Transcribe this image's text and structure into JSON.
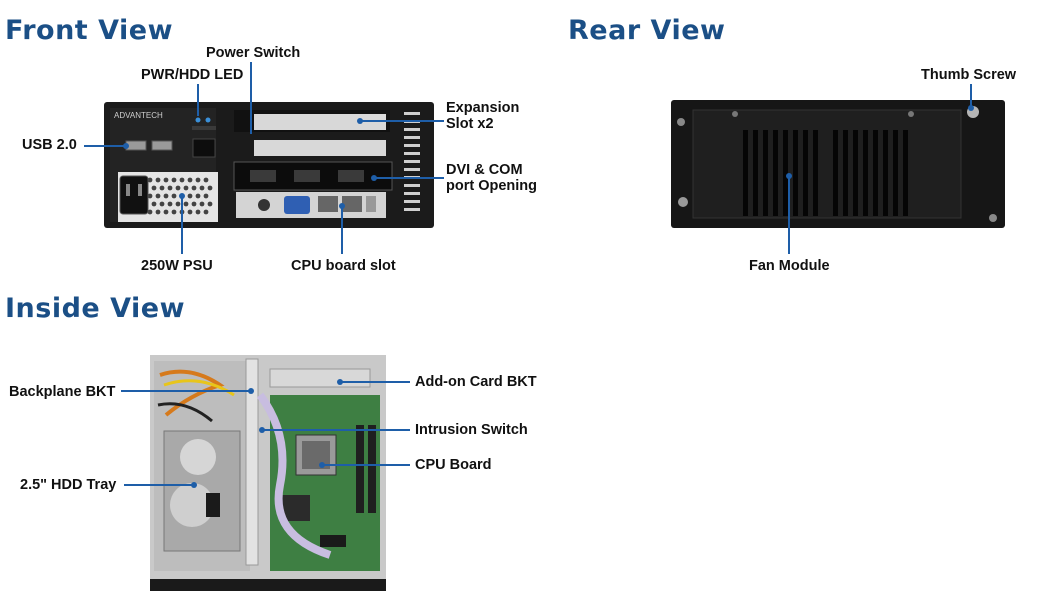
{
  "sections": {
    "front_title": "Front View",
    "rear_title": "Rear View",
    "inside_title": "Inside View"
  },
  "front": {
    "brand": "ADVANTECH",
    "labels": {
      "power_switch": "Power Switch",
      "pwr_hdd_led": "PWR/HDD LED",
      "usb": "USB 2.0",
      "expansion": "Expansion\nSlot x2",
      "dvi_com": "DVI & COM\nport Opening",
      "psu": "250W PSU",
      "cpu_slot": "CPU board slot"
    }
  },
  "rear": {
    "labels": {
      "thumb_screw": "Thumb Screw",
      "fan_module": "Fan Module"
    }
  },
  "inside": {
    "labels": {
      "backplane": "Backplane BKT",
      "addon": "Add-on Card BKT",
      "intrusion": "Intrusion Switch",
      "cpu_board": "CPU Board",
      "hdd_tray": "2.5\" HDD Tray"
    }
  },
  "colors": {
    "title": "#1b4f86",
    "callout": "#1e5ea8",
    "chassis": "#1b1b1b",
    "pcb": "#3e7f43"
  }
}
